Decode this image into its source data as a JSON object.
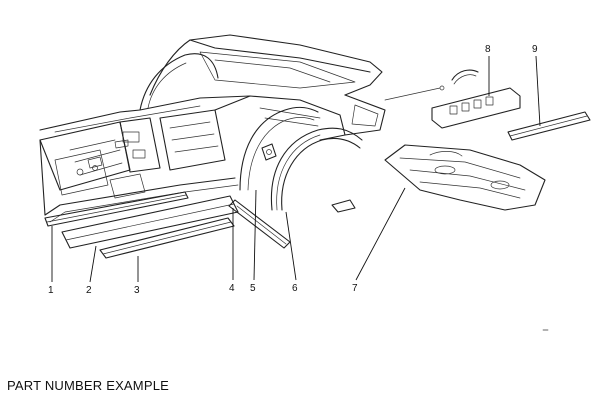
{
  "caption": "PART NUMBER EXAMPLE",
  "callouts": [
    {
      "label": "1"
    },
    {
      "label": "2"
    },
    {
      "label": "3"
    },
    {
      "label": "4"
    },
    {
      "label": "5"
    },
    {
      "label": "6"
    },
    {
      "label": "7"
    },
    {
      "label": "8"
    },
    {
      "label": "9"
    }
  ],
  "colors": {
    "ink": "#222222",
    "background": "#ffffff"
  }
}
